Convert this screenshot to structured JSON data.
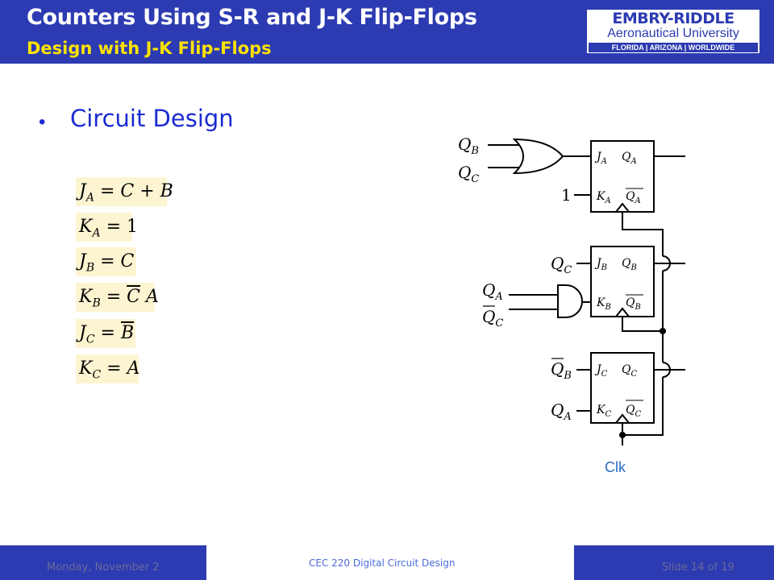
{
  "header": {
    "title": "Counters Using S-R and J-K Flip-Flops",
    "subtitle": "Design with J-K Flip-Flops"
  },
  "logo": {
    "line1": "EMBRY-RIDDLE",
    "line2": "Aeronautical University",
    "line3": "FLORIDA | ARIZONA | WORLDWIDE"
  },
  "bullet": "Circuit Design",
  "equations": [
    "J_A = C + B",
    "K_A = 1",
    "J_B = C",
    "K_B = C' A",
    "J_C = B'",
    "K_C = A"
  ],
  "circuit": {
    "or_inputs": [
      "Q_B",
      "Q_C"
    ],
    "const_input": "1",
    "and_inputs": [
      "Q_A",
      "Q'_C"
    ],
    "jb_input": "Q_C",
    "jc_input": "Q'_B",
    "kc_input": "Q_A",
    "flipflops": [
      "A",
      "B",
      "C"
    ],
    "clock_label": "Clk"
  },
  "colors": {
    "brand_blue": "#2c3bb1",
    "subtitle_yellow": "#ffe300",
    "bullet_blue": "#1a2bd1",
    "equation_bg": "#fdf5d2",
    "clock_label": "#2b6cc4"
  },
  "footer": {
    "date": "Monday, November 2",
    "course": "CEC 220 Digital Circuit Design",
    "slide": "Slide 14 of 19"
  }
}
